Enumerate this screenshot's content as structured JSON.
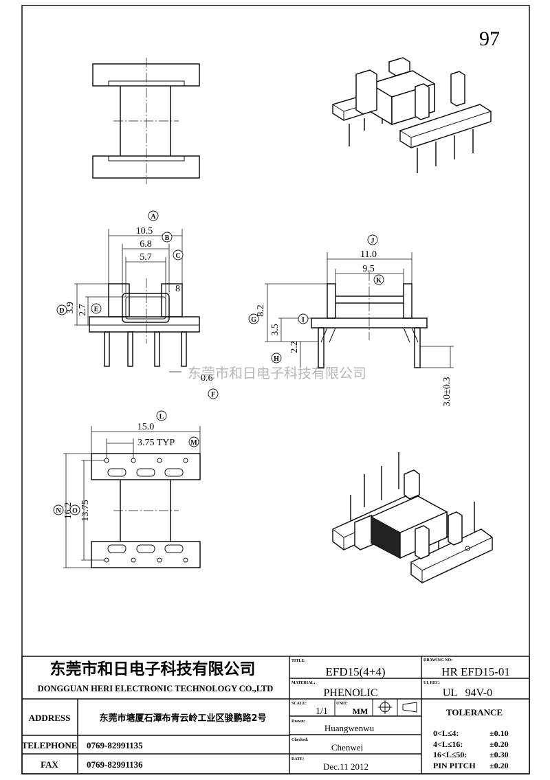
{
  "page_number": "97",
  "watermark": "东莞市和日电子科技有限公司",
  "dimensions": {
    "A": {
      "letter": "A",
      "value": "10.5"
    },
    "B": {
      "letter": "B",
      "value": "6.8"
    },
    "C": {
      "letter": "C",
      "value": "5.7"
    },
    "D": {
      "letter": "D",
      "value": "3.9"
    },
    "E": {
      "letter": "E",
      "value": "2.7"
    },
    "F": {
      "letter": "F",
      "value": "0.6"
    },
    "G": {
      "letter": "G",
      "value": "8.2"
    },
    "H": {
      "letter": "H",
      "value": "2.2"
    },
    "I": {
      "letter": "I",
      "value": "3.5"
    },
    "J": {
      "letter": "J",
      "value": "11.0"
    },
    "K": {
      "letter": "K",
      "value": "9.5"
    },
    "L": {
      "letter": "L",
      "value": "15.0"
    },
    "M": {
      "letter": "M",
      "value": "3.75 TYP"
    },
    "N": {
      "letter": "N",
      "value": "16.2"
    },
    "O": {
      "letter": "O",
      "value": "13.75"
    },
    "pin_len": "3.0±0.3",
    "pin_mark": "8"
  },
  "title_block": {
    "company_cn": "东莞市和日电子科技有限公司",
    "company_en": "DONGGUAN HERI ELECTRONIC TECHNOLOGY CO.,LTD",
    "address_label": "ADDRESS",
    "address_value": "东莞市塘厦石潭布青云岭工业区骏鹏路2号",
    "telephone_label": "TELEPHONE",
    "telephone_value": "0769-82991135",
    "fax_label": "FAX",
    "fax_value": "0769-82991136",
    "title_label": "TITLE:",
    "title_value": "EFD15(4+4)",
    "material_label": "MATERIAL:",
    "material_value": "PHENOLIC",
    "scale_label": "SCALE:",
    "scale_value": "1/1",
    "unit_label": "UNIT:",
    "unit_value": "MM",
    "drawn_label": "Drawn:",
    "drawn_value": "Huangwenwu",
    "checked_label": "Checked:",
    "checked_value": "Chenwei",
    "date_label": "DATE:",
    "date_value": "Dec.11 2012",
    "drawing_no_label": "DRAWING NO:",
    "drawing_no_value": "HR EFD15-01",
    "ul_label": "UL REC:",
    "ul_value": "UL   94V-0",
    "tolerance_title": "TOLERANCE",
    "tolerances": [
      {
        "range": "0<L≤4:",
        "value": "±0.10"
      },
      {
        "range": "4<L≤16:",
        "value": "±0.20"
      },
      {
        "range": "16<L≤50:",
        "value": "±0.30"
      },
      {
        "range": "PIN PITCH",
        "value": "±0.20"
      }
    ]
  }
}
